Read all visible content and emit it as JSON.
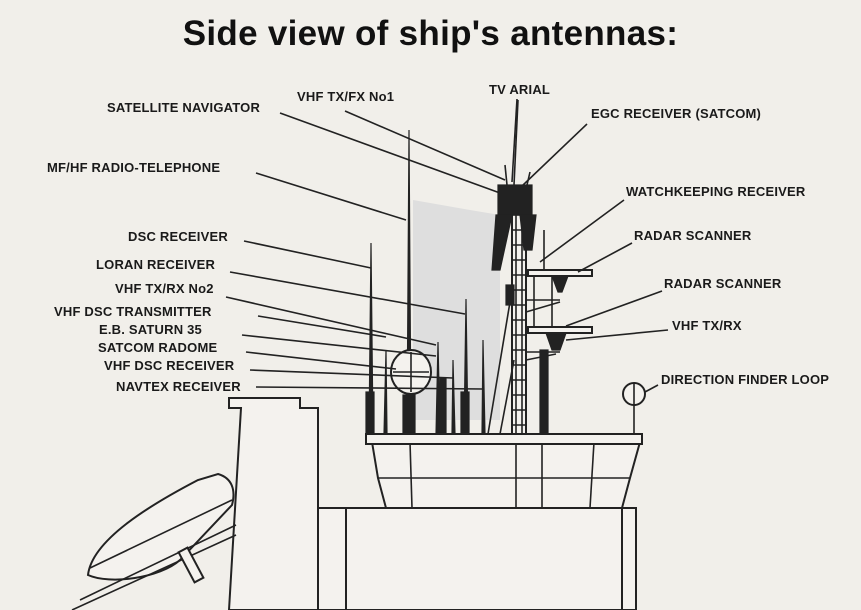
{
  "title": "Side view of ship's antennas:",
  "labels": {
    "tv_arial": "TV ARIAL",
    "vhf_txfx_no1": "VHF TX/FX No1",
    "satellite_navigator": "SATELLITE NAVIGATOR",
    "egc_receiver": "EGC RECEIVER (SATCOM)",
    "mfhf_radio_telephone": "MF/HF RADIO-TELEPHONE",
    "watchkeeping_receiver": "WATCHKEEPING RECEIVER",
    "dsc_receiver": "DSC RECEIVER",
    "radar_scanner_upper": "RADAR SCANNER",
    "loran_receiver": "LORAN RECEIVER",
    "radar_scanner_lower": "RADAR SCANNER",
    "vhf_txrx_no2": "VHF TX/RX No2",
    "vhf_dsc_transmitter": "VHF DSC TRANSMITTER",
    "vhf_txrx": "VHF TX/RX",
    "eb_saturn_35": "E.B. SATURN 35",
    "satcom_radome": "SATCOM RADOME",
    "vhf_dsc_receiver": "VHF DSC RECEIVER",
    "direction_finder_loop": "DIRECTION FINDER LOOP",
    "navtex_receiver": "NAVTEX RECEIVER"
  }
}
